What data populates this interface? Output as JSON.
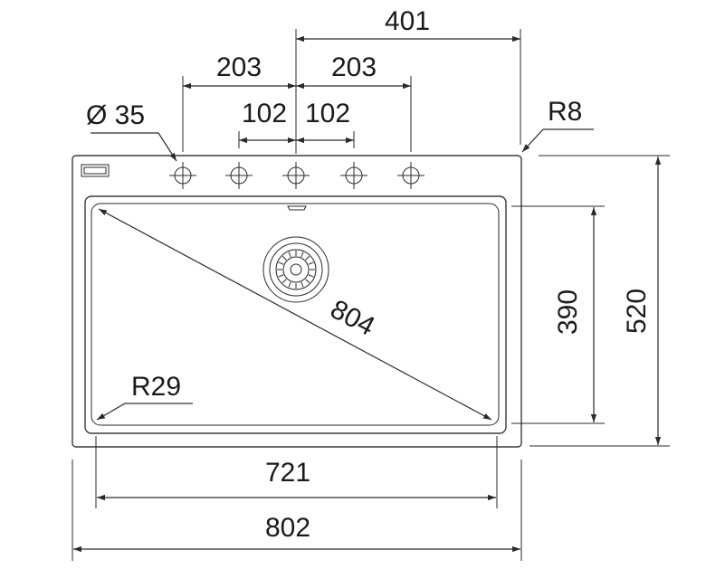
{
  "dimensions": {
    "overall_width": "802",
    "bowl_width": "721",
    "overall_depth": "520",
    "bowl_depth": "390",
    "bowl_diagonal": "804",
    "corner_radius_outer": "R8",
    "corner_radius_bowl": "R29",
    "tap_hole_diameter": "Ø 35",
    "tap_offset_left": "203",
    "tap_offset_right": "203",
    "tap_inner_left": "102",
    "tap_inner_right": "102",
    "center_to_edge": "401"
  },
  "colors": {
    "line": "#2a2a2a",
    "outline": "#3a3a3a",
    "background": "#ffffff"
  }
}
